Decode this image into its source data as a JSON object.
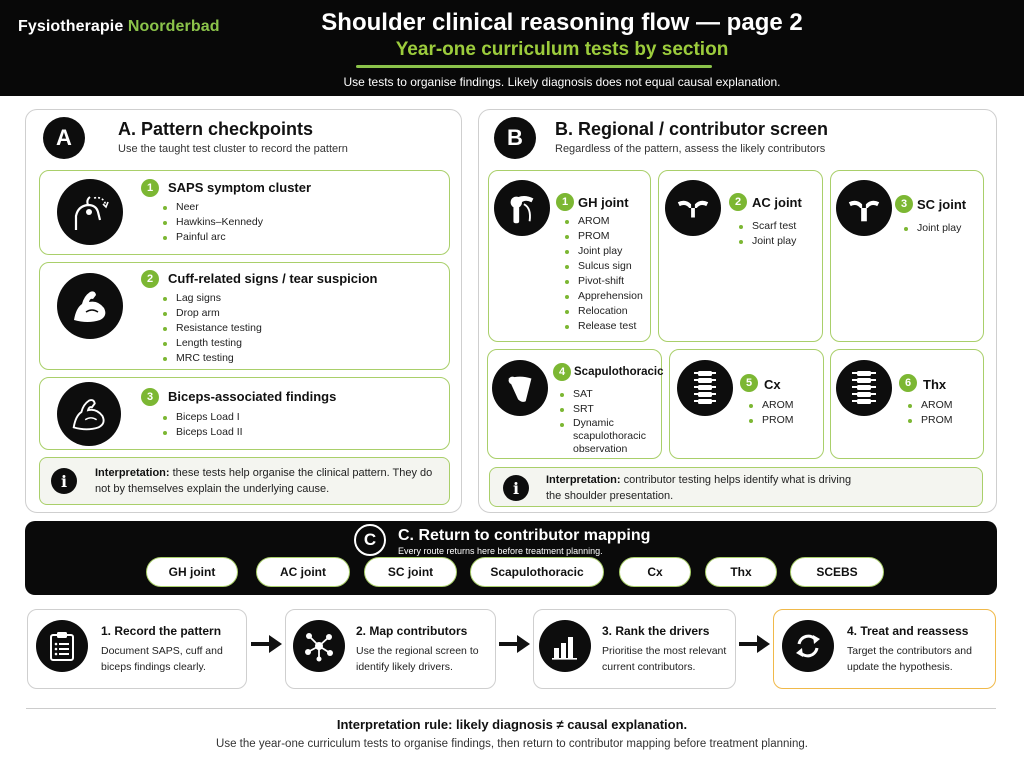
{
  "header": {
    "brand_main": "Fysiotherapie ",
    "brand_accent": "Noorderbad",
    "title": "Shoulder clinical reasoning flow — page 2",
    "subtitle": "Year-one curriculum tests by section",
    "note": "Use tests to organise findings. Likely diagnosis does not equal causal explanation."
  },
  "section_a": {
    "letter": "A",
    "title": "A. Pattern checkpoints",
    "subtitle": "Use the taught test cluster to record the pattern",
    "cards": [
      {
        "num": "1",
        "title": "SAPS symptom cluster",
        "icon": "shoulder-arrow-icon",
        "items": [
          "Neer",
          "Hawkins–Kennedy",
          "Painful arc"
        ]
      },
      {
        "num": "2",
        "title": "Cuff-related signs / tear suspicion",
        "icon": "flexed-arm-icon",
        "items": [
          "Lag signs",
          "Drop arm",
          "Resistance testing",
          "Length testing",
          "MRC testing"
        ]
      },
      {
        "num": "3",
        "title": "Biceps-associated findings",
        "icon": "biceps-outline-icon",
        "items": [
          "Biceps Load I",
          "Biceps Load II"
        ]
      }
    ],
    "interpretation_label": "Interpretation:",
    "interpretation_text": " these tests help organise the clinical pattern. They do not by themselves explain the underlying cause."
  },
  "section_b": {
    "letter": "B",
    "title": "B. Regional / contributor screen",
    "subtitle": "Regardless of the pattern, assess the likely contributors",
    "cards": [
      {
        "num": "1",
        "title": "GH joint",
        "icon": "gh-joint-icon",
        "items": [
          "AROM",
          "PROM",
          "Joint play",
          "Sulcus sign",
          "Pivot-shift",
          "Apprehension",
          "Relocation",
          "Release test"
        ]
      },
      {
        "num": "2",
        "title": "AC joint",
        "icon": "clavicle-icon",
        "items": [
          "Scarf test",
          "Joint play"
        ]
      },
      {
        "num": "3",
        "title": "SC joint",
        "icon": "sternum-clavicle-icon",
        "items": [
          "Joint play"
        ]
      },
      {
        "num": "4",
        "title": "Scapulothoracic",
        "icon": "scapula-icon",
        "items": [
          "SAT",
          "SRT",
          "Dynamic scapulothoracic observation"
        ]
      },
      {
        "num": "5",
        "title": "Cx",
        "icon": "cervical-spine-icon",
        "items": [
          "AROM",
          "PROM"
        ]
      },
      {
        "num": "6",
        "title": "Thx",
        "icon": "thoracic-spine-icon",
        "items": [
          "AROM",
          "PROM"
        ]
      }
    ],
    "interpretation_label": "Interpretation:",
    "interpretation_text": " contributor testing helps identify what is driving the shoulder presentation."
  },
  "section_c": {
    "letter": "C",
    "title": "C. Return to contributor mapping",
    "subtitle": "Every route returns here before treatment planning.",
    "pills": [
      "GH joint",
      "AC joint",
      "SC joint",
      "Scapulothoracic",
      "Cx",
      "Thx",
      "SCEBS"
    ]
  },
  "steps": [
    {
      "title": "1. Record the pattern",
      "text": "Document SAPS, cuff and biceps findings clearly.",
      "icon": "clipboard-icon"
    },
    {
      "title": "2. Map contributors",
      "text": "Use the regional screen to identify likely drivers.",
      "icon": "network-icon"
    },
    {
      "title": "3. Rank the drivers",
      "text": "Prioritise the most relevant current contributors.",
      "icon": "bar-chart-icon"
    },
    {
      "title": "4. Treat and reassess",
      "text": "Target the contributors and update the hypothesis.",
      "icon": "refresh-icon"
    }
  ],
  "footer": {
    "rule_title": "Interpretation rule: likely diagnosis ≠ causal explanation.",
    "rule_text": "Use the year-one curriculum tests to organise findings, then return to contributor mapping before treatment planning."
  },
  "colors": {
    "accent": "#8bc34a",
    "dark": "#0a0a0a",
    "highlight": "#f0b94a"
  }
}
